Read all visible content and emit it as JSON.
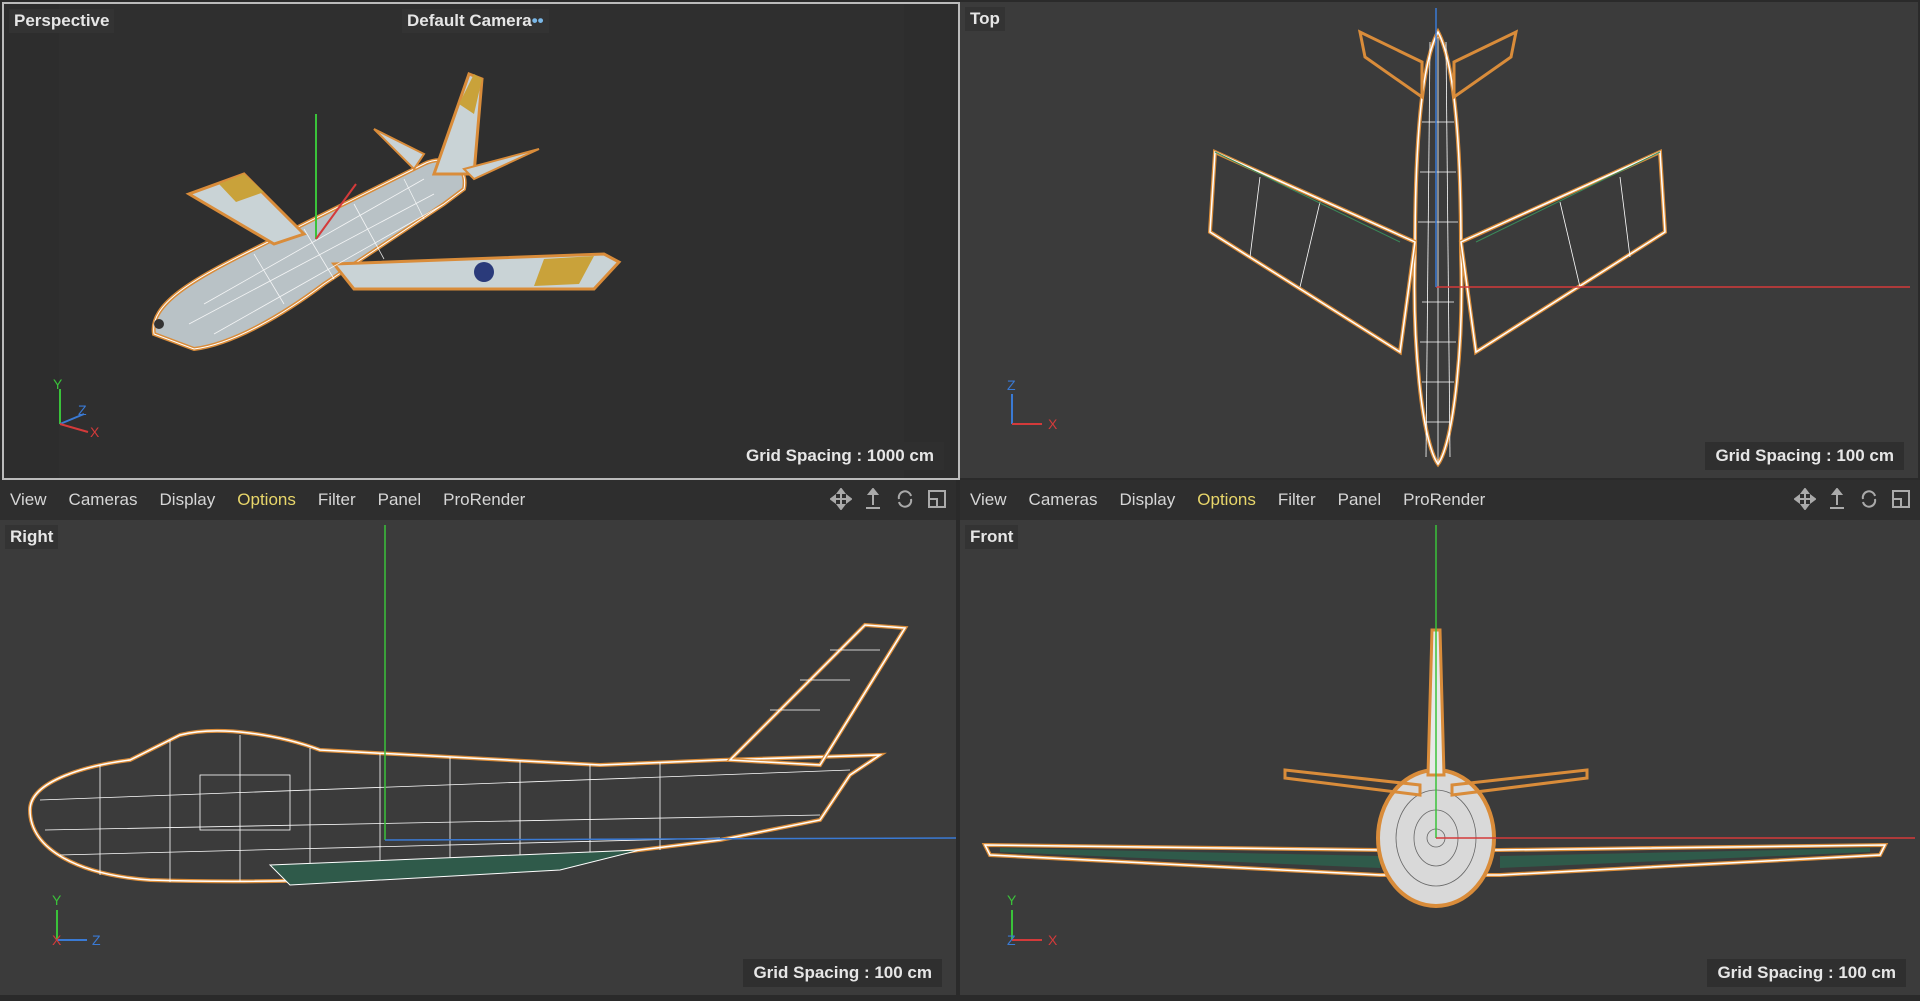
{
  "viewports": {
    "perspective": {
      "label": "Perspective",
      "camera": "Default Camera",
      "grid": "Grid Spacing : 1000 cm",
      "axes": {
        "a": "Y",
        "b": "Z",
        "c": "X"
      }
    },
    "top": {
      "label": "Top",
      "grid": "Grid Spacing : 100 cm",
      "axes": {
        "a": "Z",
        "c": "X"
      }
    },
    "right": {
      "label": "Right",
      "grid": "Grid Spacing : 100 cm",
      "axes": {
        "a": "Y",
        "b": "X",
        "c": "Z"
      }
    },
    "front": {
      "label": "Front",
      "grid": "Grid Spacing : 100 cm",
      "axes": {
        "a": "Y",
        "b": "Z",
        "c": "X"
      }
    }
  },
  "menu_left": [
    "View",
    "Cameras",
    "Display",
    "Options",
    "Filter",
    "Panel",
    "ProRender"
  ],
  "menu_right": [
    "View",
    "Cameras",
    "Display",
    "Options",
    "Filter",
    "Panel",
    "ProRender"
  ],
  "menu_highlight": "Options",
  "tool_icons": [
    "move-view-icon",
    "dolly-icon",
    "rotate-view-icon",
    "maximize-viewport-icon"
  ],
  "colors": {
    "bg": "#3b3b3b",
    "wire": "#ffffff",
    "outline": "#d98c3a",
    "axis_x": "#d43a3a",
    "axis_y": "#3ac23a",
    "axis_z": "#3a7ad4",
    "menu_highlight": "#e8d66a"
  }
}
